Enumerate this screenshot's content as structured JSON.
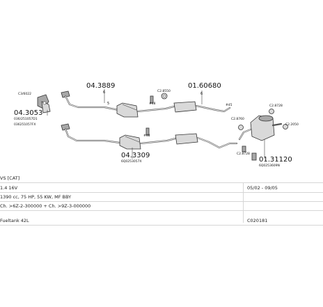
{
  "diagram": {
    "part_numbers": [
      {
        "id": "p1",
        "text": "04.3053"
      },
      {
        "id": "p2",
        "text": "04.3889"
      },
      {
        "id": "p3",
        "text": "01.60680"
      },
      {
        "id": "p4",
        "text": "04.3309"
      },
      {
        "id": "p5",
        "text": "01.31120"
      }
    ],
    "small_labels": [
      {
        "id": "s1",
        "text": "C3/6022"
      },
      {
        "id": "s2",
        "text": "036/251057D1"
      },
      {
        "id": "s3",
        "text": "036251057FX"
      },
      {
        "id": "s4",
        "text": "C2.8550"
      },
      {
        "id": "s5",
        "text": "C2.8728"
      },
      {
        "id": "s6",
        "text": "C2.8760"
      },
      {
        "id": "s7",
        "text": "C2.8728"
      },
      {
        "id": "s8",
        "text": "C2.2050"
      },
      {
        "id": "s9",
        "text": "6Q0253057X"
      },
      {
        "id": "s10",
        "text": "6Q0253609N"
      },
      {
        "id": "s11",
        "text": "#48"
      },
      {
        "id": "s12",
        "text": "#48"
      },
      {
        "id": "s13",
        "text": "#45"
      },
      {
        "id": "s14",
        "text": "5"
      },
      {
        "id": "s15",
        "text": "6"
      },
      {
        "id": "s16",
        "text": "6"
      }
    ]
  },
  "info": {
    "rows": [
      {
        "left": "VS [CAT]",
        "right": ""
      },
      {
        "left": "1.4 16V",
        "right": "05/02 - 09/05"
      },
      {
        "left": "1390 cc, 75 HP, 55 KW, MF BBY",
        "right": ""
      },
      {
        "left": "Ch. >6Z-2-300000 + Ch. >9Z-3-000000",
        "right": ""
      },
      {
        "left": "Fueltank 42L",
        "right": "C020181"
      }
    ]
  }
}
